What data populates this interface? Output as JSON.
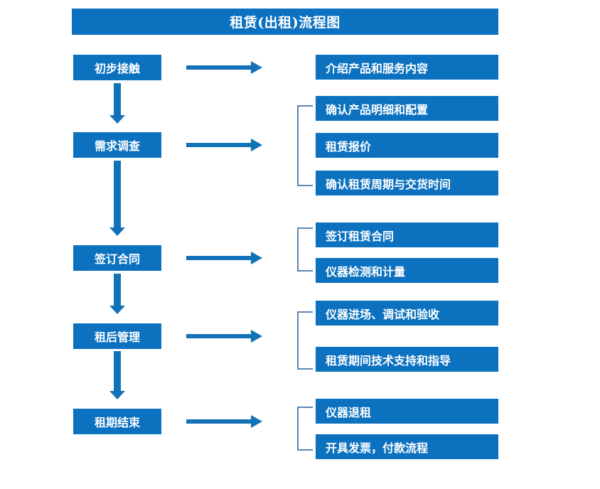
{
  "title": "租赁(出租)流程图",
  "theme": {
    "box_fill": "#0c72c0",
    "box_text": "#ffffff",
    "arrow": "#1272b8",
    "bracket": "#5b86b5",
    "background": "#ffffff"
  },
  "stages": [
    {
      "label": "初步接触"
    },
    {
      "label": "需求调查"
    },
    {
      "label": "签订合同"
    },
    {
      "label": "租后管理"
    },
    {
      "label": "租期结束"
    }
  ],
  "details": {
    "group1": [
      {
        "label": "介绍产品和服务内容"
      }
    ],
    "group2": [
      {
        "label": "确认产品明细和配置"
      },
      {
        "label": "租赁报价"
      },
      {
        "label": "确认租赁周期与交货时间"
      }
    ],
    "group3": [
      {
        "label": "签订租赁合同"
      },
      {
        "label": "仪器检测和计量"
      }
    ],
    "group4": [
      {
        "label": "仪器进场、调试和验收"
      },
      {
        "label": "租赁期间技术支持和指导"
      }
    ],
    "group5": [
      {
        "label": "仪器退租"
      },
      {
        "label": "开具发票，付款流程"
      }
    ]
  }
}
